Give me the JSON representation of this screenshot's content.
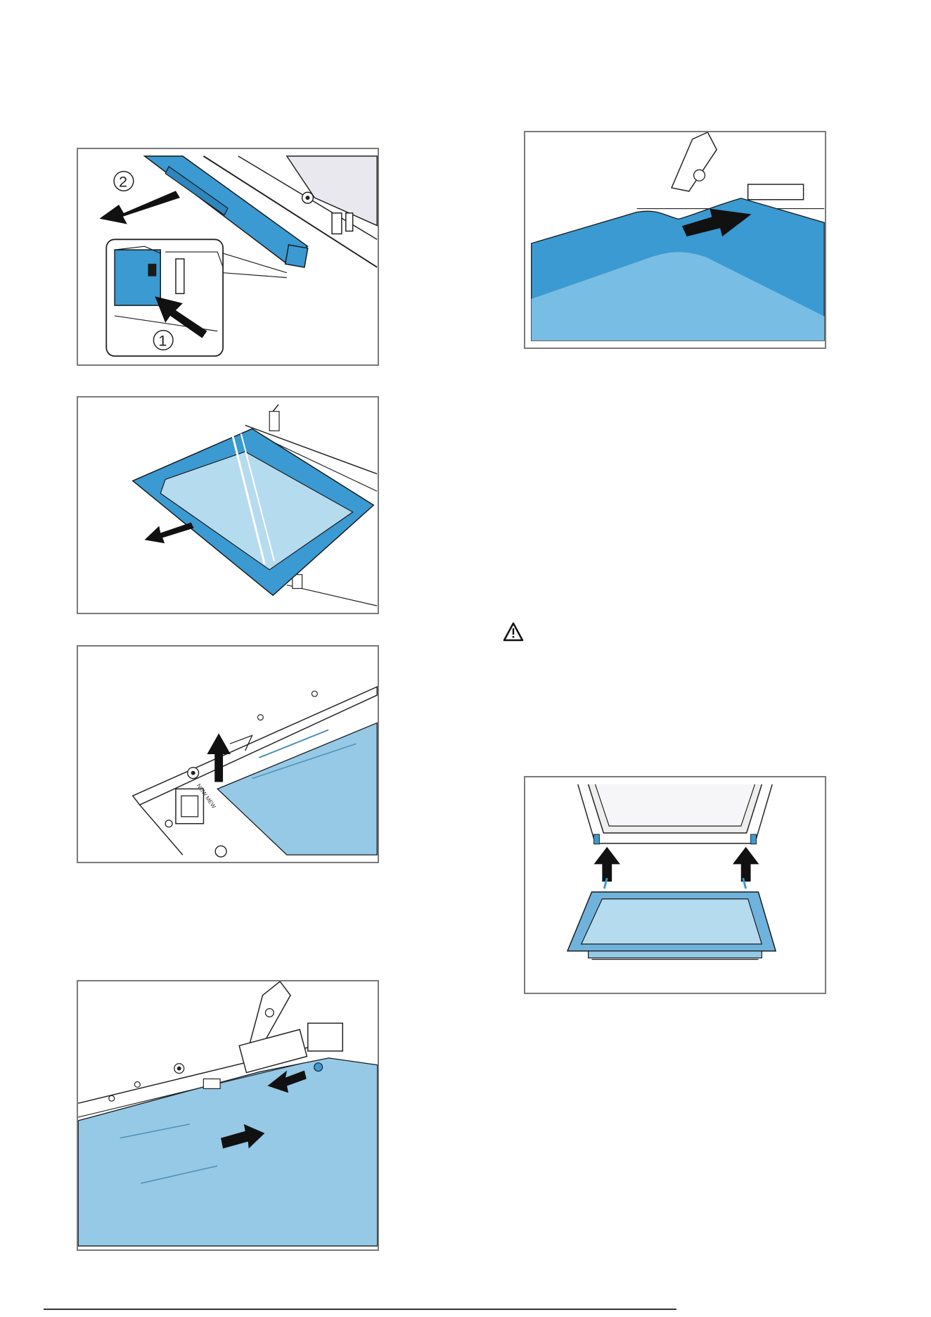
{
  "figures": {
    "fig1": {
      "callouts": [
        "2",
        "1"
      ]
    },
    "fig3": {
      "part_label": "NOW MEW"
    }
  },
  "icons": {
    "warning": "warning-triangle-icon"
  },
  "colors": {
    "panel_border": "#7a7a7a",
    "glass_blue": "#3a9ad1",
    "glass_light": "#a9d3ea",
    "glass_pale": "#8cc4e3",
    "arrow": "#111111",
    "line": "#1a1a1a"
  }
}
